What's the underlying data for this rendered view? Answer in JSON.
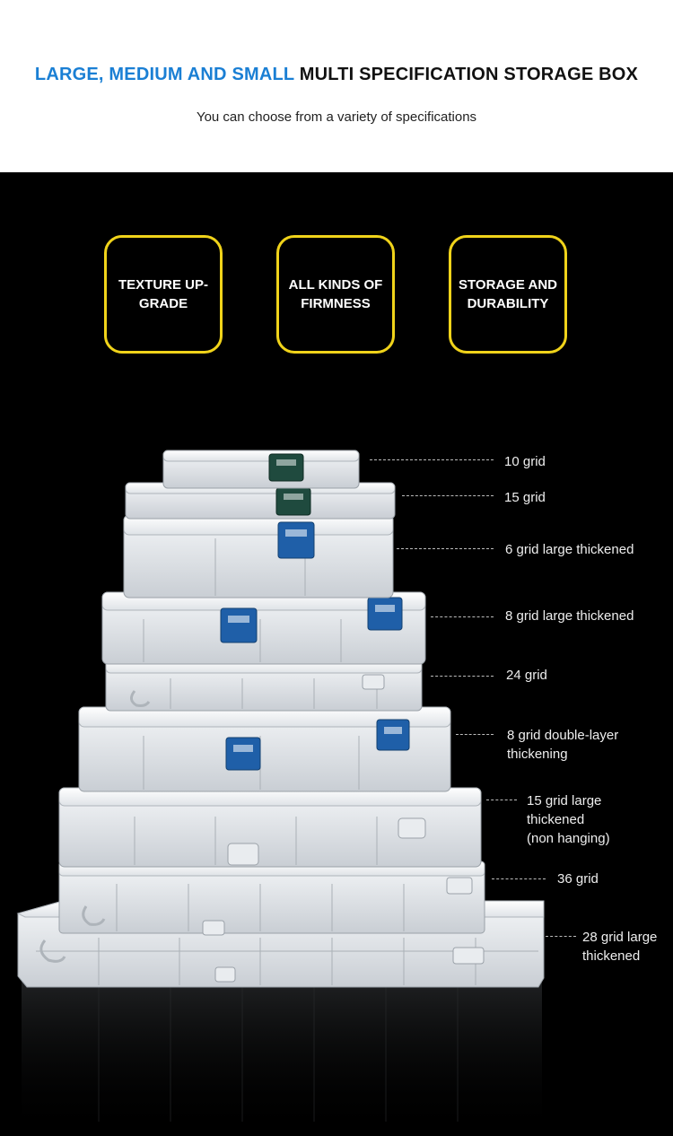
{
  "header": {
    "title_highlight": "LARGE, MEDIUM AND SMALL",
    "title_rest": "MULTI SPECIFICATION STORAGE BOX",
    "subtitle": "You can choose from a variety of specifications"
  },
  "features": [
    {
      "line1": "TEXTURE UP-",
      "line2": "GRADE"
    },
    {
      "line1": "ALL KINDS OF",
      "line2": "FIRMNESS"
    },
    {
      "line1": "STORAGE AND",
      "line2": "DURABILITY"
    }
  ],
  "specs": [
    {
      "lines": [
        "10 grid"
      ]
    },
    {
      "lines": [
        "15 grid"
      ]
    },
    {
      "lines": [
        "6 grid large thickened"
      ]
    },
    {
      "lines": [
        "8 grid large thickened"
      ]
    },
    {
      "lines": [
        "24 grid"
      ]
    },
    {
      "lines": [
        "8 grid double-layer",
        "thickening"
      ]
    },
    {
      "lines": [
        "15 grid large",
        "thickened",
        "(non hanging)"
      ]
    },
    {
      "lines": [
        "36 grid"
      ]
    },
    {
      "lines": [
        "28 grid large",
        "thickened"
      ]
    }
  ],
  "colors": {
    "accent_blue": "#1a7fd4",
    "feature_border": "#f0d31a",
    "latch_blue": "#1f5fa8",
    "latch_green": "#1f4a3e"
  }
}
